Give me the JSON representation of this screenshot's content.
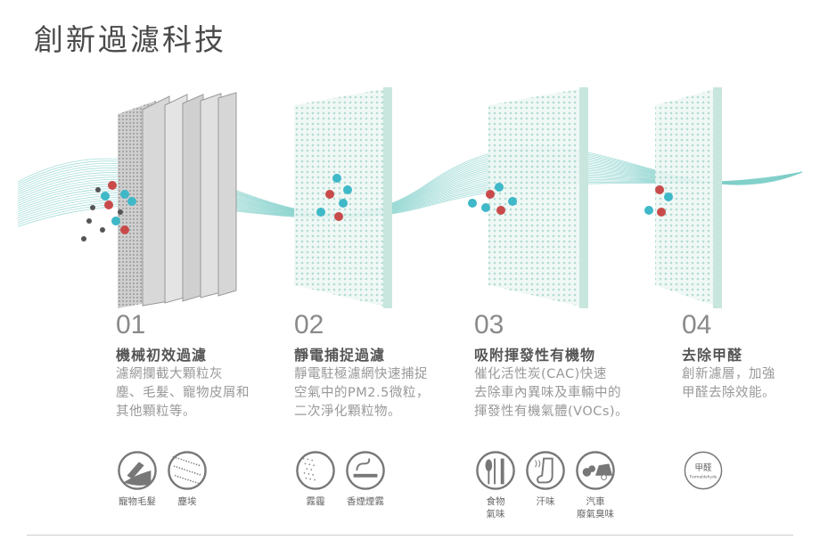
{
  "title": "創新過濾科技",
  "steps": [
    {
      "num": "01",
      "heading": "機械初效過濾",
      "body": "濾網攔截大顆粒灰\n塵、毛髮、寵物皮屑和\n其他顆粒等。",
      "icons": [
        {
          "name": "pet-hair-icon",
          "label": "寵物毛髮"
        },
        {
          "name": "dust-icon",
          "label": "塵埃"
        }
      ]
    },
    {
      "num": "02",
      "heading": "靜電捕捉過濾",
      "body": "靜電駐極濾網快速捕捉\n空氣中的PM2.5微粒，\n二次淨化顆粒物。",
      "icons": [
        {
          "name": "haze-icon",
          "label": "霧霾"
        },
        {
          "name": "cigarette-smoke-icon",
          "label": "香煙煙霧"
        }
      ]
    },
    {
      "num": "03",
      "heading": "吸附揮發性有機物",
      "body": "催化活性炭(CAC)快速\n去除車內異味及車輛中的\n揮發性有機氣體(VOCs)。",
      "icons": [
        {
          "name": "food-odor-icon",
          "label": "食物\n氣味"
        },
        {
          "name": "sweat-odor-icon",
          "label": "汗味"
        },
        {
          "name": "car-exhaust-icon",
          "label": "汽車\n廢氣臭味"
        }
      ]
    },
    {
      "num": "04",
      "heading": "去除甲醛",
      "body": "創新濾層，加強\n甲醛去除效能。",
      "icons": [
        {
          "name": "formaldehyde-icon",
          "label": "",
          "badge_cn": "甲醛",
          "badge_en": "Formaldehyde"
        }
      ]
    }
  ],
  "colors": {
    "wave": "#7fcfc9",
    "filter_mesh": "#a8d8cf",
    "teal_particle": "#3fb8c8",
    "red_particle": "#c94a4a",
    "gray_particle": "#555555"
  }
}
